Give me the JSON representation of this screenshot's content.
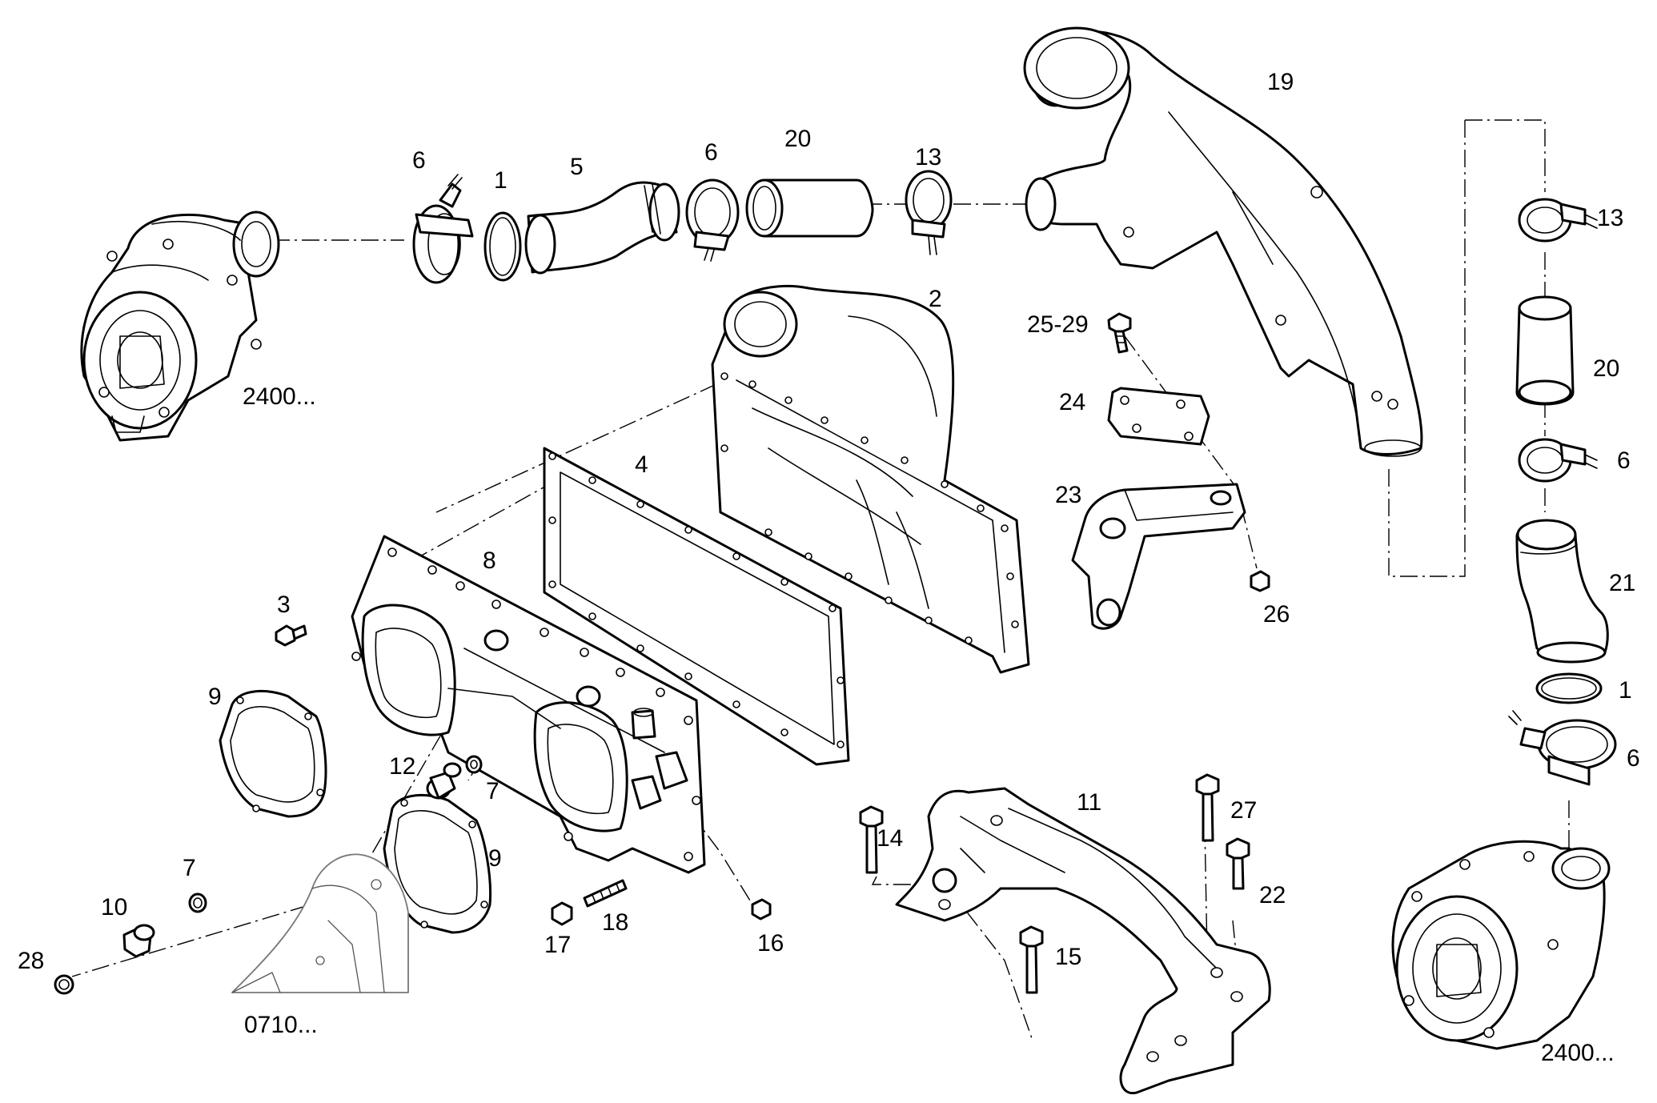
{
  "callouts": {
    "c1a": "1",
    "c1b": "1",
    "c2": "2",
    "c3": "3",
    "c4": "4",
    "c5": "5",
    "c6a": "6",
    "c6b": "6",
    "c6c": "6",
    "c6d": "6",
    "c7a": "7",
    "c7b": "7",
    "c8": "8",
    "c9a": "9",
    "c9b": "9",
    "c10": "10",
    "c11": "11",
    "c12": "12",
    "c13a": "13",
    "c13b": "13",
    "c14": "14",
    "c15": "15",
    "c16": "16",
    "c17": "17",
    "c18": "18",
    "c19": "19",
    "c20a": "20",
    "c20b": "20",
    "c21": "21",
    "c22": "22",
    "c23": "23",
    "c24": "24",
    "c25": "25-29",
    "c26": "26",
    "c27": "27",
    "c28": "28"
  },
  "references": {
    "turbo_left": "2400...",
    "engine_block": "0710...",
    "turbo_right": "2400..."
  }
}
